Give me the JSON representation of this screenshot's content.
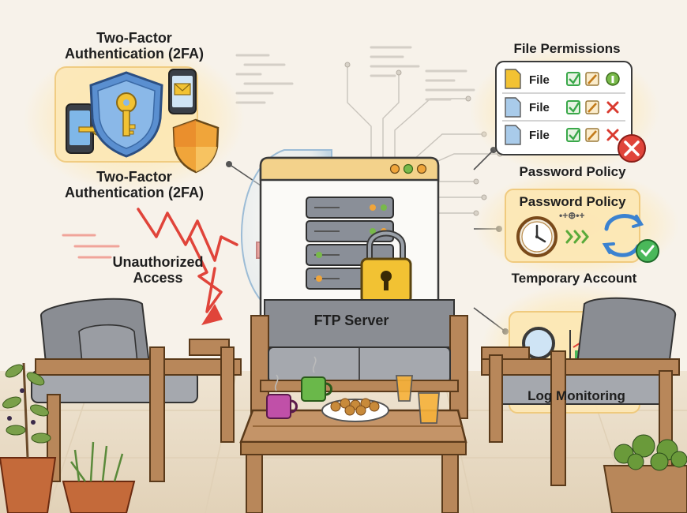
{
  "two_factor": {
    "title_top": "Two-Factor\nAuthentication (2FA)",
    "title_bottom": "Two-Factor\nAuthentication (2FA)"
  },
  "threat": {
    "label": "Unauthorized\nAccess"
  },
  "server": {
    "label": "FTP Server"
  },
  "file_permissions": {
    "title": "File Permissions",
    "rows": [
      {
        "label": "File",
        "permissions": [
          "check",
          "pencil",
          "info"
        ]
      },
      {
        "label": "File",
        "permissions": [
          "check",
          "pencil",
          "cross"
        ]
      },
      {
        "label": "File",
        "permissions": [
          "check",
          "pencil",
          "cross"
        ]
      }
    ]
  },
  "password_policy": {
    "title_outer": "Password Policy",
    "title_inner": "Password Policy",
    "strength_glyphs": "•+⊕•+"
  },
  "temporary_account": {
    "label": "Temporary Account"
  },
  "log_monitoring": {
    "label": "Log Monitoring"
  },
  "colors": {
    "glow": "#fbe3a8",
    "shield_blue": "#5a8fd0",
    "lock_gold": "#f2c233",
    "arrow_red": "#e0443a",
    "check_green": "#3aa84a",
    "cross_red": "#d93a2f",
    "wood": "#b8875a",
    "cushion": "#8a8d93"
  }
}
